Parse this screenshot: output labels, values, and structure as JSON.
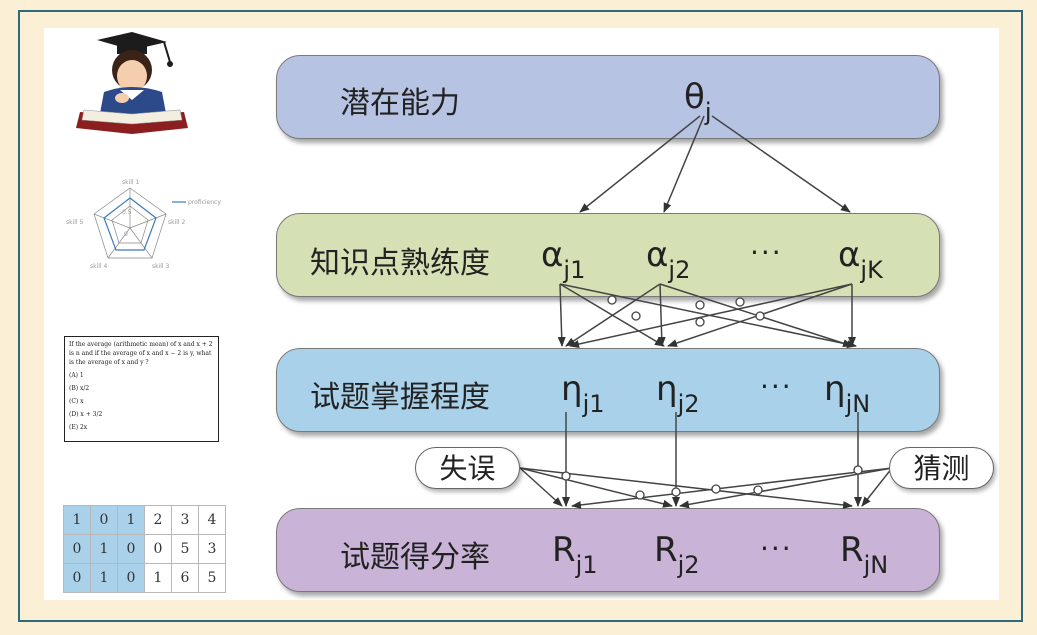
{
  "layers": {
    "ability": {
      "label": "潜在能力",
      "symbol": "θ",
      "sub": "j"
    },
    "skills": {
      "label": "知识点熟练度",
      "items": [
        {
          "symbol": "α",
          "sub": "j1"
        },
        {
          "symbol": "α",
          "sub": "j2"
        },
        {
          "symbol": "α",
          "sub": "jK"
        }
      ]
    },
    "mastery": {
      "label": "试题掌握程度",
      "items": [
        {
          "symbol": "η",
          "sub": "j1"
        },
        {
          "symbol": "η",
          "sub": "j2"
        },
        {
          "symbol": "η",
          "sub": "jN"
        }
      ]
    },
    "score": {
      "label": "试题得分率",
      "items": [
        {
          "symbol": "R",
          "sub": "j1"
        },
        {
          "symbol": "R",
          "sub": "j2"
        },
        {
          "symbol": "R",
          "sub": "jN"
        }
      ]
    },
    "ellipsis": "···"
  },
  "side_labels": {
    "slip": "失误",
    "guess": "猜测"
  },
  "icons": {
    "student": "student-reading-icon",
    "radar": "radar-chart-icon",
    "question": "question-card-icon",
    "table": "score-table-icon"
  },
  "question_card": {
    "stem": "If the average (arithmetic mean) of x and x + 2 is n and if the average of x and x − 2 is y, what is the average of x and y ?",
    "options": [
      "(A) 1",
      "(B) x/2",
      "(C) x",
      "(D) x + 3/2",
      "(E) 2x"
    ]
  },
  "radar": {
    "axes": [
      "skill 1",
      "skill 2",
      "skill 3",
      "skill 4",
      "skill 5"
    ],
    "legend": "proficiency",
    "ticks": [
      "0.5",
      "0"
    ]
  },
  "score_table": [
    [
      "1",
      "0",
      "1",
      "2",
      "3",
      "4"
    ],
    [
      "0",
      "1",
      "0",
      "0",
      "5",
      "3"
    ],
    [
      "0",
      "1",
      "0",
      "1",
      "6",
      "5"
    ]
  ],
  "colors": {
    "ability": "#b7c3e3",
    "skills": "#d5e0b4",
    "mastery": "#a9d2ea",
    "score": "#c9b3d7",
    "background": "#fbefd6",
    "frame": "#2d6b7c"
  }
}
